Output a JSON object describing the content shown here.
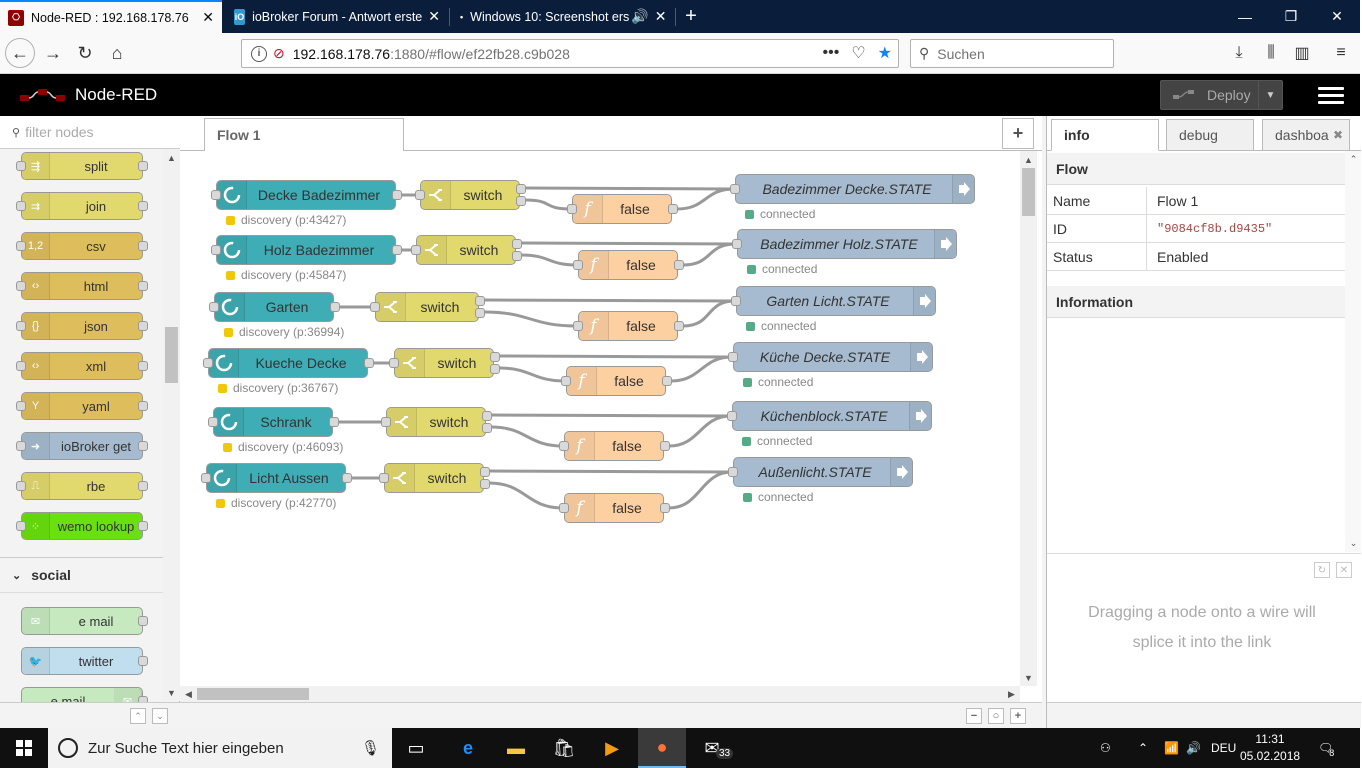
{
  "browser": {
    "tabs": [
      {
        "title": "Node-RED : 192.168.178.76",
        "active": true
      },
      {
        "title": "ioBroker Forum - Antwort erste",
        "active": false
      },
      {
        "title": "Windows 10: Screenshot ers",
        "active": false
      }
    ],
    "url_host": "192.168.178.76",
    "url_path": ":1880/#flow/ef22fb28.c9b028",
    "search_placeholder": "Suchen"
  },
  "nodered": {
    "title": "Node-RED",
    "deploy_label": "Deploy"
  },
  "palette": {
    "filter_placeholder": "filter nodes",
    "nodes": [
      {
        "label": "split",
        "color": "#e2d96e",
        "icon": "split-icon"
      },
      {
        "label": "join",
        "color": "#e2d96e",
        "icon": "join-icon"
      },
      {
        "label": "csv",
        "color": "#debd5c",
        "icon": "csv-icon"
      },
      {
        "label": "html",
        "color": "#debd5c",
        "icon": "html-icon"
      },
      {
        "label": "json",
        "color": "#debd5c",
        "icon": "json-icon"
      },
      {
        "label": "xml",
        "color": "#debd5c",
        "icon": "xml-icon"
      },
      {
        "label": "yaml",
        "color": "#debd5c",
        "icon": "yaml-icon"
      },
      {
        "label": "ioBroker get",
        "color": "#a6bbcf",
        "icon": "arrow-icon"
      },
      {
        "label": "rbe",
        "color": "#e2d96e",
        "icon": "rbe-icon"
      },
      {
        "label": "wemo lookup",
        "color": "#6ae00d",
        "icon": "wemo-icon"
      }
    ],
    "category": "social",
    "social_nodes": [
      {
        "label": "e mail",
        "color": "#c7e9c0",
        "icon": "mail-icon"
      },
      {
        "label": "twitter",
        "color": "#c0deed",
        "icon": "twitter-icon"
      },
      {
        "label": "e mail",
        "color": "#c7e9c0",
        "icon": "mail-icon"
      }
    ]
  },
  "workspace": {
    "tab": "Flow 1",
    "rows": [
      {
        "input": "Decke Badezimmer",
        "input_status": "discovery (p:43427)",
        "switch": "switch",
        "func": "false",
        "output": "Badezimmer Decke.STATE",
        "output_status": "connected"
      },
      {
        "input": "Holz Badezimmer",
        "input_status": "discovery (p:45847)",
        "switch": "switch",
        "func": "false",
        "output": "Badezimmer Holz.STATE",
        "output_status": "connected"
      },
      {
        "input": "Garten",
        "input_status": "discovery (p:36994)",
        "switch": "switch",
        "func": "false",
        "output": "Garten Licht.STATE",
        "output_status": "connected"
      },
      {
        "input": "Kueche Decke",
        "input_status": "discovery (p:36767)",
        "switch": "switch",
        "func": "false",
        "output": "Küche Decke.STATE",
        "output_status": "connected"
      },
      {
        "input": "Schrank",
        "input_status": "discovery (p:46093)",
        "switch": "switch",
        "func": "false",
        "output": "Küchenblock.STATE",
        "output_status": "connected"
      },
      {
        "input": "Licht Aussen",
        "input_status": "discovery (p:42770)",
        "switch": "switch",
        "func": "false",
        "output": "Außenlicht.STATE",
        "output_status": "connected"
      }
    ]
  },
  "sidebar": {
    "tabs": [
      "info",
      "debug",
      "dashboa"
    ],
    "section_flow": "Flow",
    "props": [
      {
        "key": "Name",
        "value": "Flow 1"
      },
      {
        "key": "ID",
        "value": "\"9084cf8b.d9435\""
      },
      {
        "key": "Status",
        "value": "Enabled"
      }
    ],
    "section_info": "Information",
    "tip": "Dragging a node onto a wire will splice it into the link"
  },
  "taskbar": {
    "search_placeholder": "Zur Suche Text hier eingeben",
    "mail_badge": "33",
    "language": "DEU",
    "time": "11:31",
    "date": "05.02.2018",
    "notification_count": "8"
  }
}
